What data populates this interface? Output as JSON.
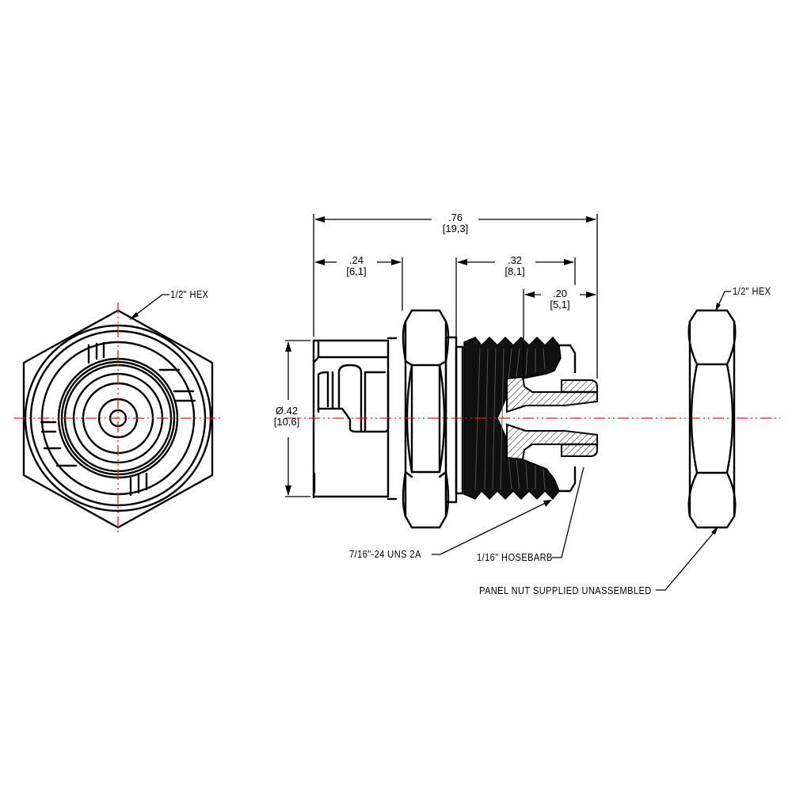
{
  "drawing": {
    "type": "mechanical-technical-drawing",
    "subject": "Panel mount hose barb fitting with hex panel nut",
    "colors": {
      "line": "#000000",
      "centerline": "#e0201a",
      "background": "#ffffff"
    },
    "views": {
      "end_view": {
        "callout": "1/2\" HEX"
      },
      "side_view": {
        "dimensions": {
          "overall_length": {
            "inch": ".76",
            "mm": "[19,3]"
          },
          "body_length": {
            "inch": ".24",
            "mm": "[6,1]"
          },
          "thread_length": {
            "inch": ".32",
            "mm": "[8,1]"
          },
          "barb_length": {
            "inch": ".20",
            "mm": "[5,1]"
          },
          "body_diameter": {
            "inch": "Ø.42",
            "mm": "[10,6]"
          }
        },
        "callouts": {
          "thread": "7/16\"-24 UNS 2A",
          "hosebarb": "1/16\" HOSEBARB",
          "panel_nut_note": "PANEL NUT SUPPLIED UNASSEMBLED"
        }
      },
      "nut_view": {
        "callout": "1/2\" HEX"
      }
    }
  }
}
